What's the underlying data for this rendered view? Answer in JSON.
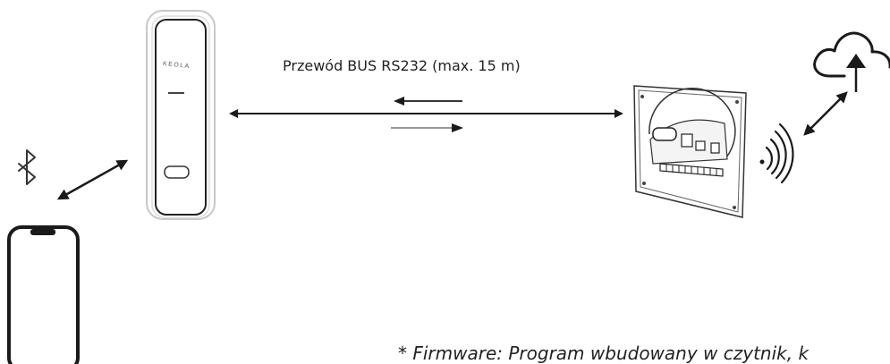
{
  "cable_label": "Przewód BUS RS232 (max. 15 m)",
  "reader_brand": "KEOLA",
  "footnote": "* Firmware: Program wbudowany w czytnik, k",
  "icons": {
    "bluetooth": "bluetooth-icon",
    "phone": "smartphone-icon",
    "cloud": "cloud-upload-icon",
    "wifi": "wireless-signal-icon"
  },
  "colors": {
    "line": "#1a1a1a",
    "device_stroke": "#333333",
    "signal_arrow_light": "#8a8a8a"
  }
}
